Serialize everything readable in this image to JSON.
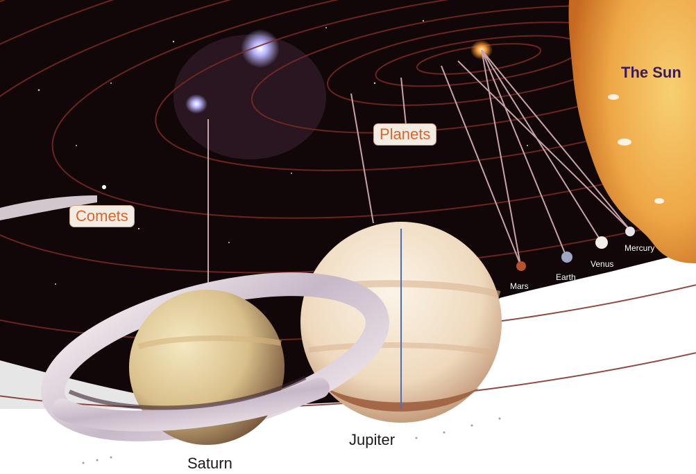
{
  "labels": {
    "sun": "The Sun",
    "planets": "Planets",
    "comets": "Comets",
    "mercury": "Mercury",
    "venus": "Venus",
    "earth": "Earth",
    "mars": "Mars",
    "jupiter": "Jupiter",
    "saturn": "Saturn"
  },
  "colors": {
    "space": "#120708",
    "sun": "#f0b049",
    "orbit": "#7b2a22",
    "pointer": "#c9a3a9",
    "label_box": "#f3ece3",
    "label_text": "#d8662e",
    "sun_label": "#3b1a5a"
  }
}
